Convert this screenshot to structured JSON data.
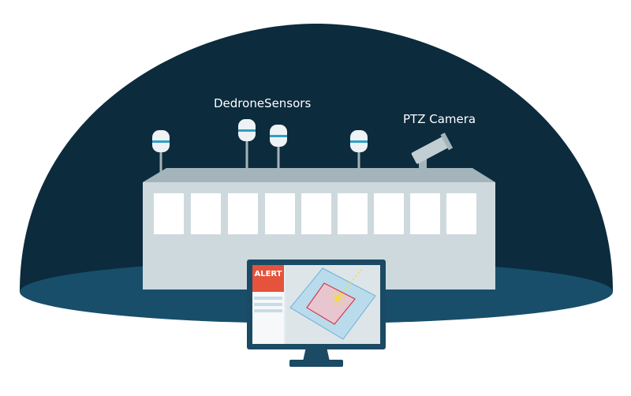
{
  "labels": {
    "sensors": "DedroneSensors",
    "camera": "PTZ Camera"
  },
  "monitor": {
    "alert": "ALERT"
  },
  "colors": {
    "dome": "#0c2b3d",
    "dome_floor": "#184e6a",
    "building": "#ced9dd",
    "window": "#ffffff",
    "alert": "#e5533c",
    "monitor_frame": "#1a4a64"
  },
  "icons": [
    "drone-sensor-icon",
    "ptz-camera-icon",
    "monitor-icon",
    "alert-badge"
  ]
}
